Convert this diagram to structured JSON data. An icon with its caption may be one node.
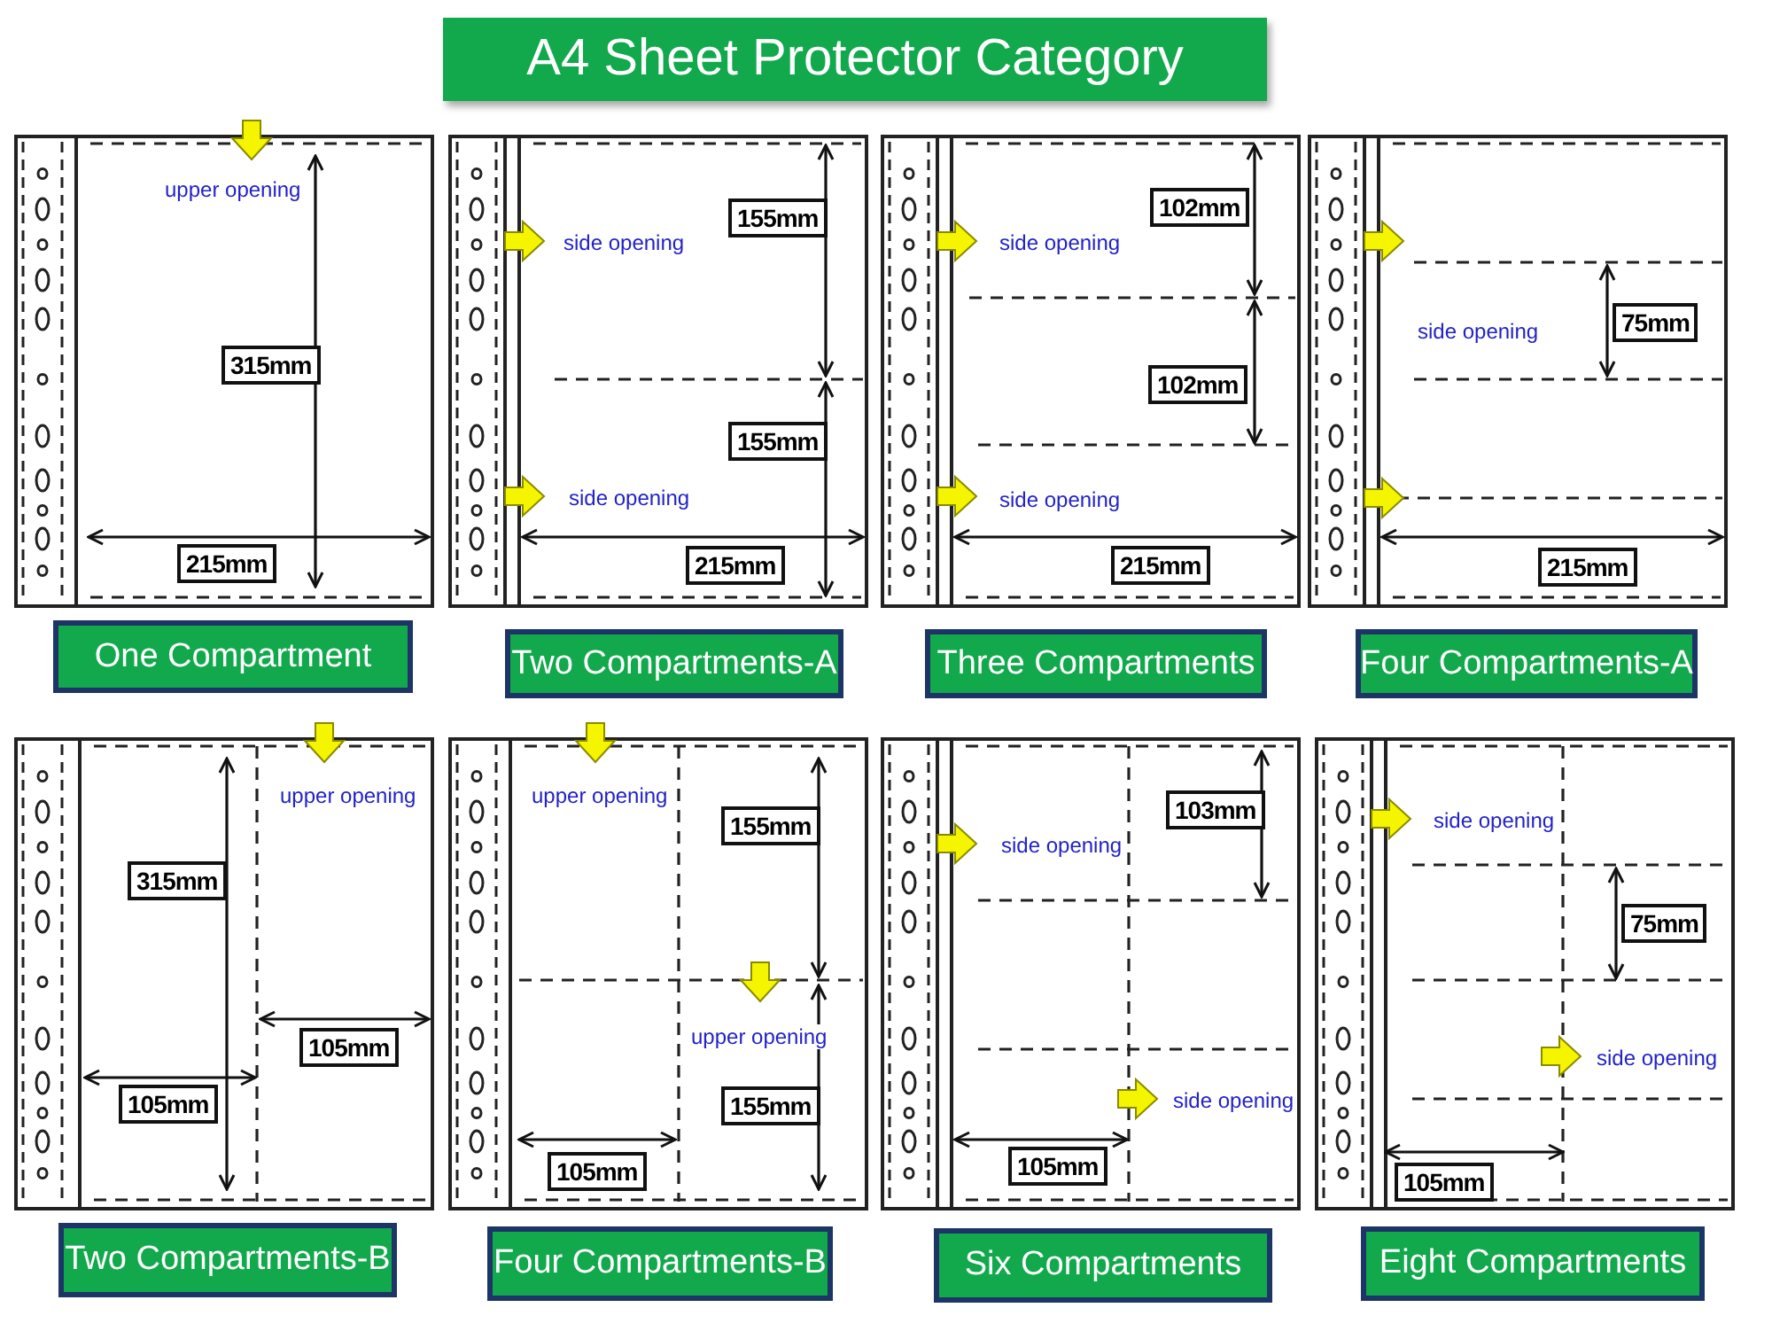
{
  "diagram": {
    "title": "A4 Sheet Protector Category",
    "nodes": [
      {
        "text": [
          "upper opening"
        ]
      },
      {
        "text": [
          "315mm"
        ],
        "in": 0
      },
      {
        "text": [
          "215mm"
        ],
        "in": 0
      },
      {
        "text": [
          "side opening",
          "side opening"
        ]
      },
      {
        "text": [
          "155mm"
        ],
        "in": 3
      },
      {
        "text": [
          "155mm"
        ],
        "in": 3
      },
      {
        "text": [
          "215mm"
        ],
        "in": 3
      },
      {
        "text": [
          "side opening",
          "side opening"
        ]
      },
      {
        "text": [
          "102mm"
        ],
        "in": 7
      },
      {
        "text": [
          "102mm"
        ],
        "in": 7
      },
      {
        "text": [
          "215mm"
        ],
        "in": 7
      },
      {
        "text": [
          "side opening"
        ]
      },
      {
        "text": [
          "75mm"
        ],
        "in": 11
      },
      {
        "text": [
          "215mm"
        ],
        "in": 11
      },
      {
        "text": [
          "One Compartment"
        ]
      },
      {
        "text": [
          "Two Compartments-A"
        ]
      },
      {
        "text": [
          "Three Compartments"
        ]
      },
      {
        "text": [
          "Four Compartments-A"
        ]
      },
      {
        "text": [
          "upper opening"
        ]
      },
      {
        "text": [
          "315mm"
        ],
        "in": 18
      },
      {
        "text": [
          "105mm"
        ],
        "in": 18
      },
      {
        "text": [
          "105mm"
        ],
        "in": 18
      },
      {
        "text": [
          "upper opening",
          "upper opening"
        ]
      },
      {
        "text": [
          "155mm"
        ],
        "in": 22
      },
      {
        "text": [
          "155mm"
        ],
        "in": 22
      },
      {
        "text": [
          "105mm"
        ],
        "in": 22
      },
      {
        "text": [
          "side opening",
          "side opening"
        ]
      },
      {
        "text": [
          "103mm"
        ],
        "in": 26
      },
      {
        "text": [
          "105mm"
        ],
        "in": 26
      },
      {
        "text": [
          "side opening",
          "side opening"
        ]
      },
      {
        "text": [
          "75mm"
        ],
        "in": 29
      },
      {
        "text": [
          "105mm"
        ],
        "in": 29
      },
      {
        "text": [
          "Two Compartments-B"
        ]
      },
      {
        "text": [
          "Four Compartments-B"
        ]
      },
      {
        "text": [
          "Six Compartments"
        ]
      },
      {
        "text": [
          "Eight Compartments"
        ]
      }
    ]
  }
}
